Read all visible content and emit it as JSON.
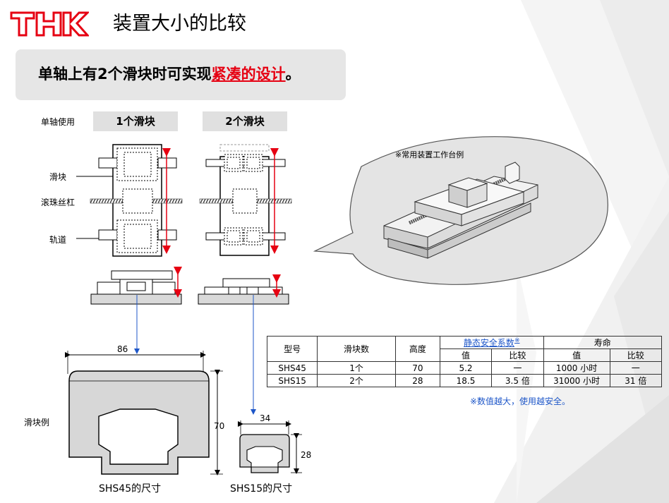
{
  "header": {
    "logo_text": "THK",
    "title": "装置大小的比较"
  },
  "headline": {
    "prefix": "单轴上有2个滑块时可实现",
    "highlight": "紧凑的设计",
    "suffix": "。"
  },
  "colors": {
    "accent_red": "#e60012",
    "link_blue": "#1d56c8",
    "headline_bg": "#e6e6e6",
    "tag_bg": "#e0e0e0"
  },
  "diagram": {
    "usage_label": "单轴使用",
    "tag_one_block": "1个滑块",
    "tag_two_blocks": "2个滑块",
    "label_block": "滑块",
    "label_ballscrew": "滚珠丝杠",
    "label_rail": "轨道",
    "label_block_example": "滑块例",
    "dim_shs45_width": "86",
    "dim_shs45_height": "70",
    "dim_shs15_width": "34",
    "dim_shs15_height": "28",
    "caption_shs45": "SHS45的尺寸",
    "caption_shs15": "SHS15的尺寸",
    "bubble_note": "※常用装置工作台例"
  },
  "table": {
    "headers": {
      "model": "型号",
      "block_count": "滑块数",
      "height": "高度",
      "static_safety": "静态安全系数",
      "static_safety_mark": "※",
      "life": "寿命",
      "value": "值",
      "ratio": "比较"
    },
    "rows": [
      {
        "model": "SHS45",
        "blocks": "1个",
        "height": "70",
        "safety_value": "5.2",
        "safety_ratio": "一",
        "life_value": "1000 小时",
        "life_ratio": "一"
      },
      {
        "model": "SHS15",
        "blocks": "2个",
        "height": "28",
        "safety_value": "18.5",
        "safety_ratio": "3.5 倍",
        "life_value": "31000 小时",
        "life_ratio": "31 倍"
      }
    ],
    "note": "※数值越大，使用越安全。"
  }
}
